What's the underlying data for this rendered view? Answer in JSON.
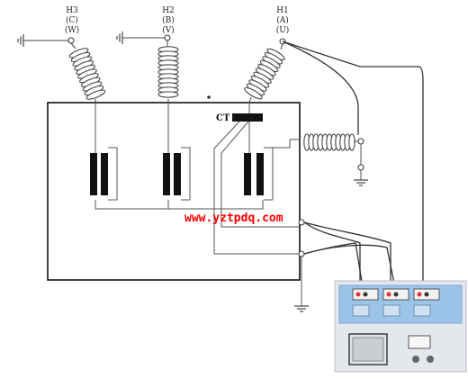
{
  "bushings": [
    {
      "id": "H3",
      "phase": "(C)",
      "terminal": "(W)"
    },
    {
      "id": "H2",
      "phase": "(B)",
      "terminal": "(V)"
    },
    {
      "id": "H1",
      "phase": "(A)",
      "terminal": "(U)"
    }
  ],
  "ct_label": "CT",
  "website": "www.yztpdq.com",
  "colors": {
    "line": "#444444",
    "tank": "#111111",
    "bushing": "#555555",
    "winding": "#111111",
    "url": "#ff0000",
    "tester_body": "#e4e7ec",
    "tester_panel": "#9cc3e8"
  },
  "icons": [
    "ground-icon",
    "bushing-icon",
    "winding-icon",
    "ct-icon",
    "tester-icon"
  ]
}
